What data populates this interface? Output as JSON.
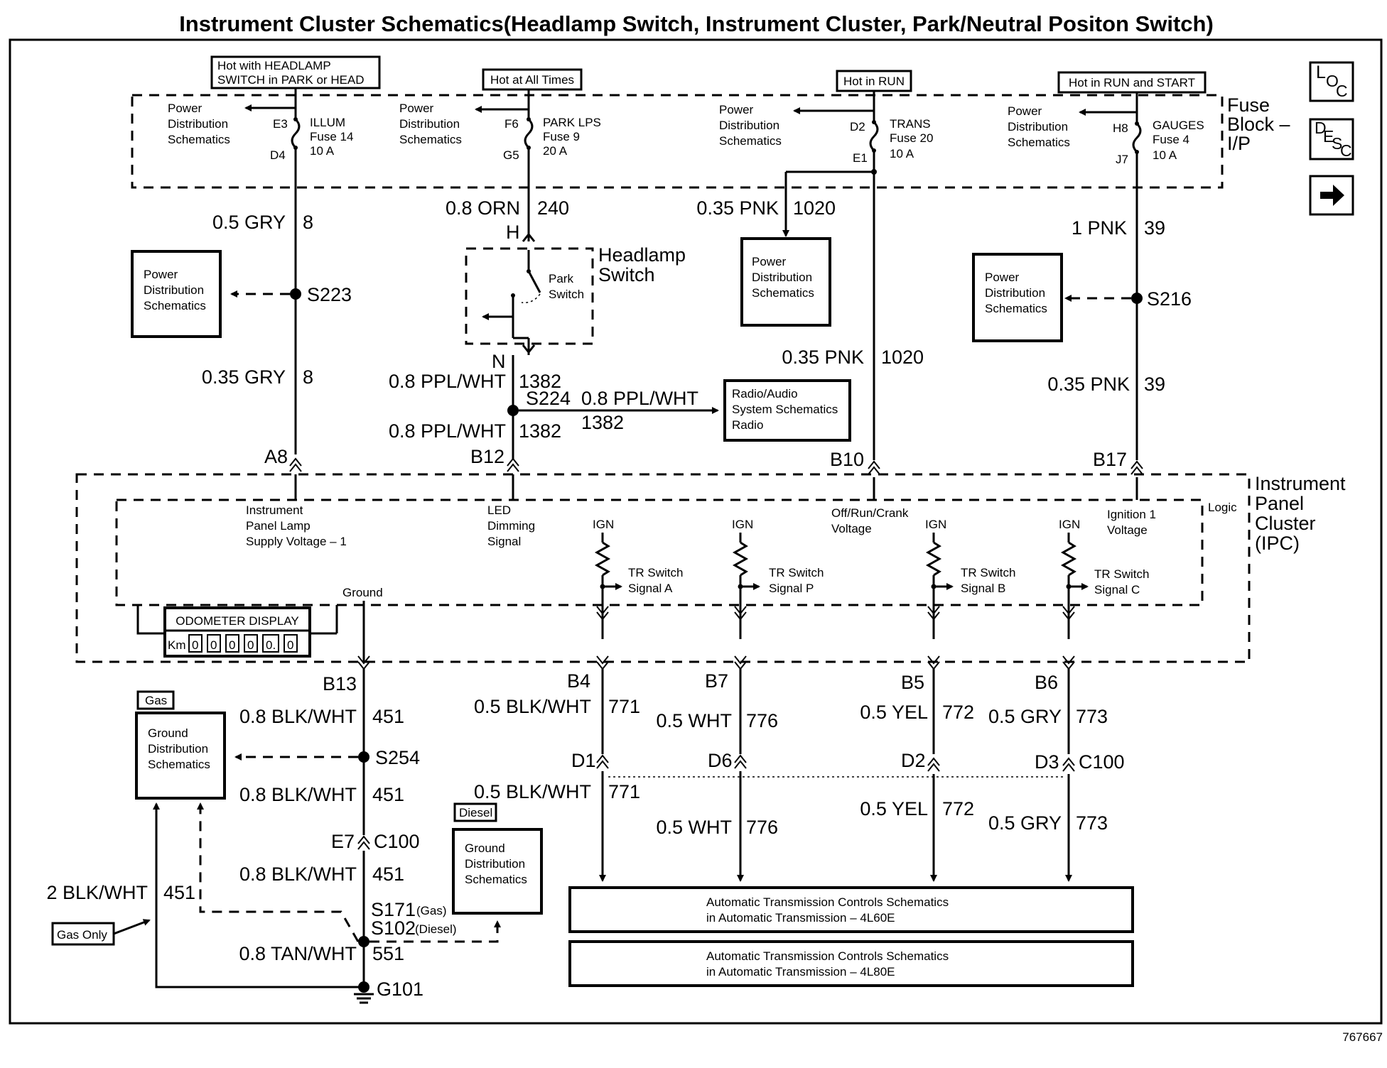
{
  "title": "Instrument Cluster Schematics(Headlamp Switch, Instrument Cluster, Park/Neutral Positon Switch)",
  "nav": {
    "loc": [
      "L",
      "O",
      "C"
    ],
    "desc": [
      "D",
      "E",
      "S",
      "C"
    ],
    "next_icon": "arrow-right-icon"
  },
  "fuse_block": {
    "label": [
      "Fuse",
      "Block –",
      "I/P"
    ]
  },
  "power_labels": [
    "Hot with HEADLAMP",
    "SWITCH in PARK or HEAD",
    "Hot at All Times",
    "Hot in RUN",
    "Hot in RUN and START"
  ],
  "pds": [
    "Power",
    "Distribution",
    "Schematics"
  ],
  "fuses": [
    {
      "pin_in": "E3",
      "pin_out": "D4",
      "name": "ILLUM",
      "fuse": "Fuse 14",
      "amps": "10 A"
    },
    {
      "pin_in": "F6",
      "pin_out": "G5",
      "name": "PARK LPS",
      "fuse": "Fuse 9",
      "amps": "20 A"
    },
    {
      "pin_in": "D2",
      "pin_out": "E1",
      "name": "TRANS",
      "fuse": "Fuse 20",
      "amps": "10 A"
    },
    {
      "pin_in": "H8",
      "pin_out": "J7",
      "name": "GAUGES",
      "fuse": "Fuse 4",
      "amps": "10 A"
    }
  ],
  "wires": {
    "gry_upper": {
      "gauge": "0.5 GRY",
      "circuit": "8"
    },
    "gry_lower": {
      "gauge": "0.35 GRY",
      "circuit": "8"
    },
    "orn": {
      "gauge": "0.8 ORN",
      "circuit": "240"
    },
    "ppl_1": {
      "gauge": "0.8 PPL/WHT",
      "circuit": "1382"
    },
    "ppl_2": {
      "gauge": "0.8 PPL/WHT",
      "circuit": "1382"
    },
    "ppl_3": {
      "gauge": "0.8 PPL/WHT",
      "circuit": "1382"
    },
    "pnk_1020_a": {
      "gauge": "0.35 PNK",
      "circuit": "1020"
    },
    "pnk_1020_b": {
      "gauge": "0.35 PNK",
      "circuit": "1020"
    },
    "pnk_39_a": {
      "gauge": "1 PNK",
      "circuit": "39"
    },
    "pnk_39_b": {
      "gauge": "0.35 PNK",
      "circuit": "39"
    },
    "blk_451_a": {
      "gauge": "0.8 BLK/WHT",
      "circuit": "451"
    },
    "blk_451_b": {
      "gauge": "0.8 BLK/WHT",
      "circuit": "451"
    },
    "blk_451_c": {
      "gauge": "0.8 BLK/WHT",
      "circuit": "451"
    },
    "blk_451_gas": {
      "gauge": "2 BLK/WHT",
      "circuit": "451"
    },
    "tan_551": {
      "gauge": "0.8 TAN/WHT",
      "circuit": "551"
    },
    "w771_a": {
      "gauge": "0.5 BLK/WHT",
      "circuit": "771"
    },
    "w771_b": {
      "gauge": "0.5 BLK/WHT",
      "circuit": "771"
    },
    "w776_a": {
      "gauge": "0.5 WHT",
      "circuit": "776"
    },
    "w776_b": {
      "gauge": "0.5 WHT",
      "circuit": "776"
    },
    "w772_a": {
      "gauge": "0.5 YEL",
      "circuit": "772"
    },
    "w772_b": {
      "gauge": "0.5 YEL",
      "circuit": "772"
    },
    "w773_a": {
      "gauge": "0.5 GRY",
      "circuit": "773"
    },
    "w773_b": {
      "gauge": "0.5 GRY",
      "circuit": "773"
    }
  },
  "splices": {
    "s223": "S223",
    "s224": "S224",
    "s216": "S216",
    "s254": "S254",
    "s171": "S171",
    "s171_note": "(Gas)",
    "s102": "S102",
    "s102_note": "(Diesel)"
  },
  "headlamp_switch": {
    "label": [
      "Headlamp",
      "Switch"
    ],
    "park": [
      "Park",
      "Switch"
    ],
    "pin_h": "H",
    "pin_n": "N"
  },
  "radio_box": [
    "Radio/Audio",
    "System Schematics",
    "Radio"
  ],
  "ipc": {
    "label": [
      "Instrument",
      "Panel",
      "Cluster",
      "(IPC)"
    ],
    "logic": "Logic",
    "pins_top": [
      "A8",
      "B12",
      "B10",
      "B17"
    ],
    "inputs": [
      [
        "Instrument",
        "Panel Lamp",
        "Supply Voltage – 1"
      ],
      [
        "LED",
        "Dimming",
        "Signal"
      ],
      [
        "Off/Run/Crank",
        "Voltage"
      ],
      [
        "Ignition 1",
        "Voltage"
      ]
    ],
    "ign": "IGN",
    "tr_signals": [
      [
        "TR Switch",
        "Signal A"
      ],
      [
        "TR Switch",
        "Signal P"
      ],
      [
        "TR Switch",
        "Signal B"
      ],
      [
        "TR Switch",
        "Signal C"
      ]
    ],
    "ground": "Ground",
    "odometer": {
      "title": "ODOMETER DISPLAY",
      "unit": "Km",
      "digits": [
        "0",
        "0",
        "0",
        "0",
        "0.",
        "0"
      ]
    },
    "pins_bottom": [
      "B13",
      "B4",
      "B7",
      "B5",
      "B6"
    ]
  },
  "c100_top": [
    "D1",
    "D6",
    "D2",
    "D3"
  ],
  "c100": "C100",
  "c100_e7": "E7",
  "gas_tag": "Gas",
  "diesel_tag": "Diesel",
  "gas_only": "Gas Only",
  "gds": [
    "Ground",
    "Distribution",
    "Schematics"
  ],
  "ground_point": "G101",
  "trans_boxes": [
    [
      "Automatic Transmission Controls Schematics",
      "in Automatic Transmission – 4L60E"
    ],
    [
      "Automatic Transmission Controls Schematics",
      "in Automatic Transmission – 4L80E"
    ]
  ],
  "figure_number": "767667"
}
